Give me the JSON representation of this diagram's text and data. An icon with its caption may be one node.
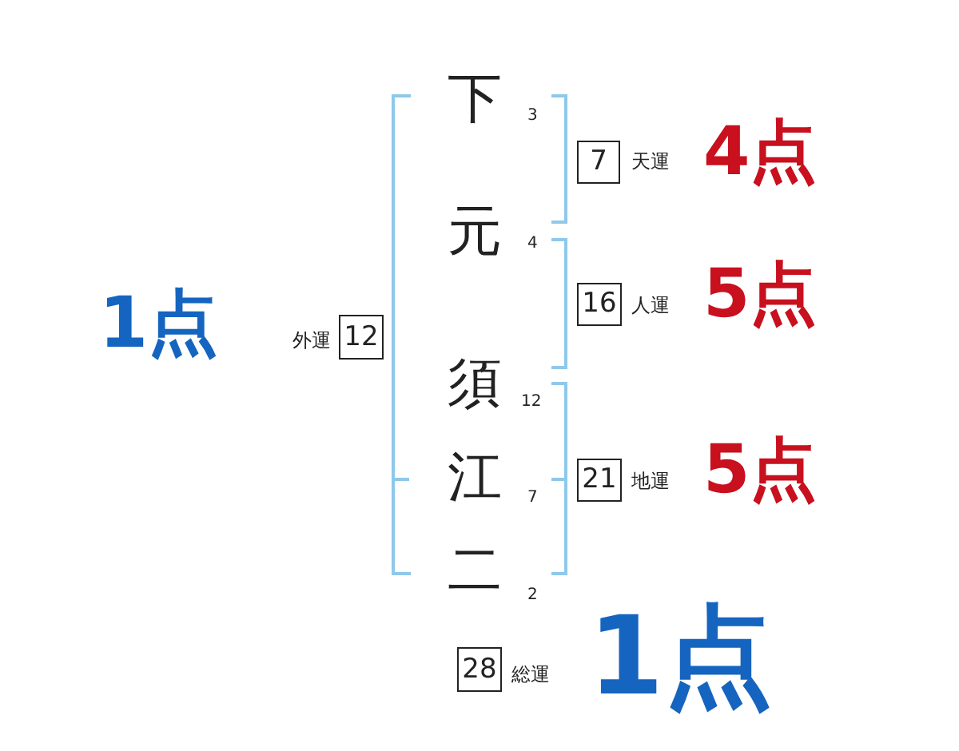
{
  "diagram": {
    "nodes": [
      {
        "text": [
          "7"
        ],
        "beside": [
          "天運",
          "4点"
        ]
      },
      {
        "text": [
          "16"
        ],
        "beside": [
          "人運",
          "5点"
        ]
      },
      {
        "text": [
          "21"
        ],
        "beside": [
          "地運",
          "5点"
        ]
      },
      {
        "text": [
          "12"
        ],
        "beside": [
          "外運",
          "1点"
        ]
      },
      {
        "text": [
          "28"
        ],
        "beside": [
          "総運",
          "1点"
        ]
      }
    ],
    "labels": [
      "下",
      "3",
      "元",
      "4",
      "須",
      "12",
      "江",
      "7",
      "二",
      "2"
    ]
  }
}
